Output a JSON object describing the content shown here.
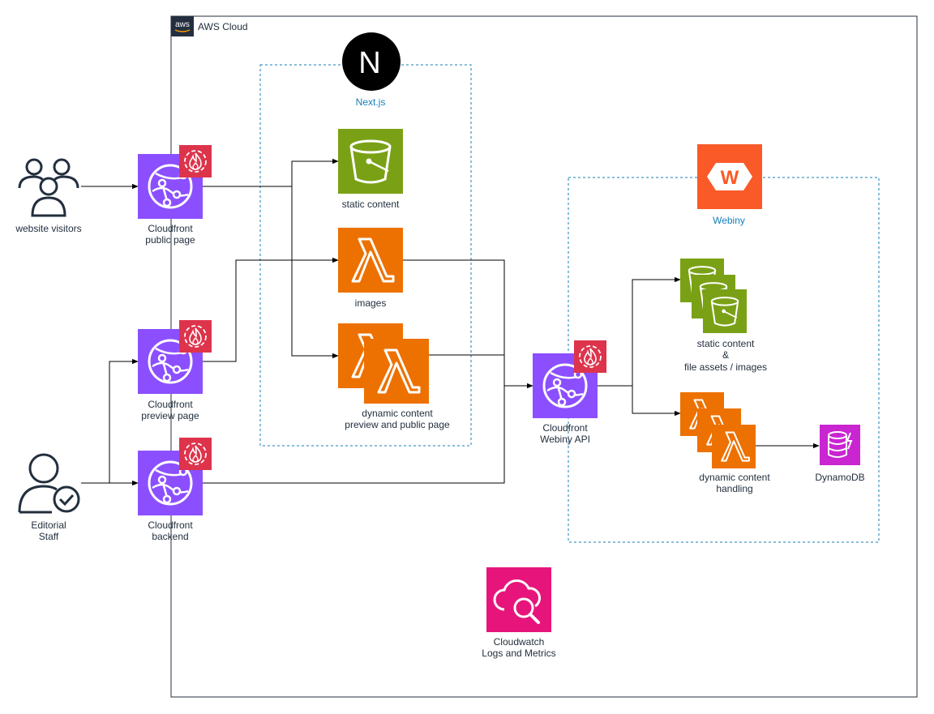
{
  "cloud": {
    "label": "AWS Cloud",
    "badge": "aws"
  },
  "groups": {
    "nextjs": "Next.js",
    "webiny": "Webiny"
  },
  "logos": {
    "nextjs_letter": "N",
    "webiny_letter": "W"
  },
  "actors": {
    "visitors": {
      "line1": "website visitors"
    },
    "editorial": {
      "line1": "Editorial",
      "line2": "Staff"
    }
  },
  "nodes": {
    "cf_public": {
      "line1": "Cloudfront",
      "line2": "public page"
    },
    "cf_preview": {
      "line1": "Cloudfront",
      "line2": "preview page"
    },
    "cf_backend": {
      "line1": "Cloudfront",
      "line2": "backend"
    },
    "s3_static": {
      "line1": "static content"
    },
    "lambda_images": {
      "line1": "images"
    },
    "lambda_dynamic": {
      "line1": "dynamic content",
      "line2": "preview and public page"
    },
    "cf_webiny": {
      "line1": "Cloudfront",
      "line2": "Webiny API"
    },
    "webiny_s3": {
      "line1": "static content",
      "line2": "&",
      "line3": "file assets / images"
    },
    "webiny_lambda": {
      "line1": "dynamic content",
      "line2": "handling"
    },
    "dynamodb": {
      "line1": "DynamoDB"
    },
    "cloudwatch": {
      "line1": "Cloudwatch",
      "line2": "Logs and Metrics"
    }
  },
  "colors": {
    "cloudfront": "#8c4fff",
    "waf": "#dd344c",
    "s3": "#7aa116",
    "lambda": "#ed7100",
    "dynamodb": "#c925d1",
    "cloudwatch": "#e7157b",
    "webiny": "#fa5a28",
    "group_border": "#147eba",
    "user": "#232f3e"
  },
  "icons": {
    "cloudfront": "cloudfront-icon",
    "waf": "waf-icon",
    "s3": "s3-bucket-icon",
    "lambda": "lambda-icon",
    "dynamodb": "dynamodb-icon",
    "cloudwatch": "cloudwatch-icon",
    "users": "users-icon",
    "user_check": "user-check-icon"
  }
}
